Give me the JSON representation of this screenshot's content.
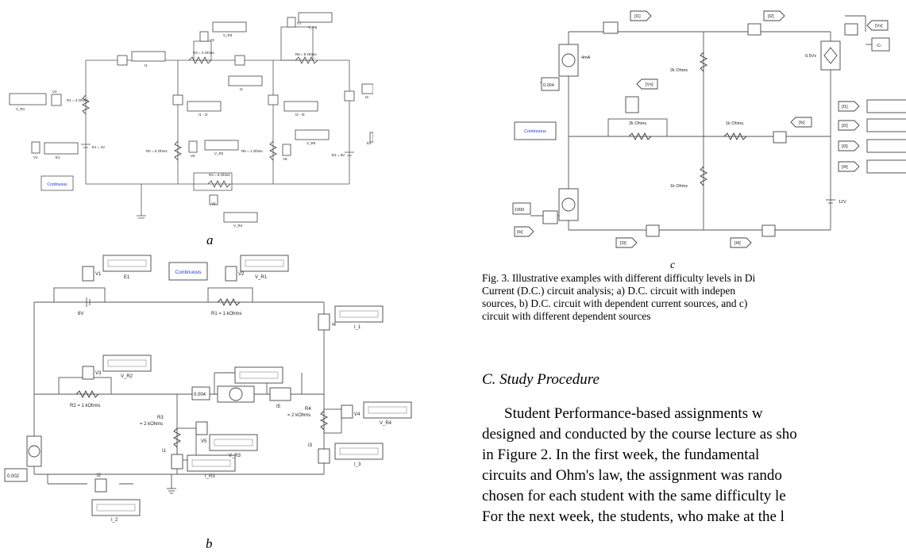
{
  "figure_a": {
    "caption": "a",
    "resistors": [
      "R3 = 4 Ohms",
      "R1 = 3 Ohms",
      "R6 = 8 Ohms",
      "R2 = 5 Ohms",
      "R5 = 1 Ohms",
      "R4 = 8 Ohms"
    ],
    "sources": [
      "E1 = 4V",
      "E2 = 5V"
    ],
    "meters": [
      "V_R1",
      "V_R3",
      "V_R6",
      "V_R2",
      "V_R5",
      "V_R4",
      "E1",
      "E2",
      "I1",
      "I2",
      "I3",
      "I1 - I2",
      "I2 - I3"
    ],
    "meter_blocks": [
      "V1",
      "V2",
      "V3",
      "V4",
      "V5",
      "V6",
      "V7",
      "I1",
      "I2",
      "I3"
    ],
    "continuous_label": "Continuous"
  },
  "figure_b": {
    "caption": "b",
    "continuous_label": "Continuous",
    "meters": [
      "E1",
      "V_R1",
      "V_R2",
      "I_1",
      "V_R3",
      "V_R4",
      "I_R3",
      "I_3",
      "I_2"
    ],
    "meter_blocks": [
      "V1",
      "V2",
      "V3",
      "V4",
      "V5",
      "I1",
      "I2",
      "I3",
      "I4",
      "I5"
    ],
    "source": "6V",
    "resistor_r1": "R1 = 1 kOhms",
    "resistor_r2": "R2  = 1 kOhms",
    "resistor_r3_top": "R3",
    "resistor_r3_bottom": "= 2 kOhms",
    "resistor_r4_top": "R4",
    "resistor_r4_bottom": "= 2 kOhms",
    "const_1": "0.004",
    "const_2": "0.002"
  },
  "figure_c": {
    "caption": "c",
    "continuous_label": "Continuous",
    "tags": [
      "[I1]",
      "[I2]",
      "[Vx]",
      "[Ix]",
      "[I3]",
      "[I4]"
    ],
    "scope_tags": [
      "[I1]",
      "[I2]",
      "[I3]",
      "[I4]"
    ],
    "source_current": "4mA",
    "dependent_source": "0.5Vx",
    "const_gain": "-C-",
    "const_small": "0.004",
    "const_gain_1000": "1000",
    "resistors": [
      "2k Ohms",
      "2k Ohms.",
      "1k Ohms.",
      "1k Ohms"
    ],
    "voltage": "12V"
  },
  "caption_lines": [
    "Fig. 3. Illustrative examples with different difficulty levels in Di",
    "Current (D.C.) circuit analysis; a) D.C. circuit with indepen",
    "sources, b) D.C. circuit with dependent current sources, and c)",
    "circuit with different dependent sources"
  ],
  "section_heading": "C.  Study Procedure",
  "body_lines": [
    "Student  Performance-based  assignments  w",
    "designed and conducted by the course lecture as sho",
    "in Figure 2. In the first week, the fundamental",
    "circuits and Ohm's law, the assignment was rando",
    "chosen for each student with the same difficulty le",
    "For the next week, the students, who make at the l"
  ]
}
